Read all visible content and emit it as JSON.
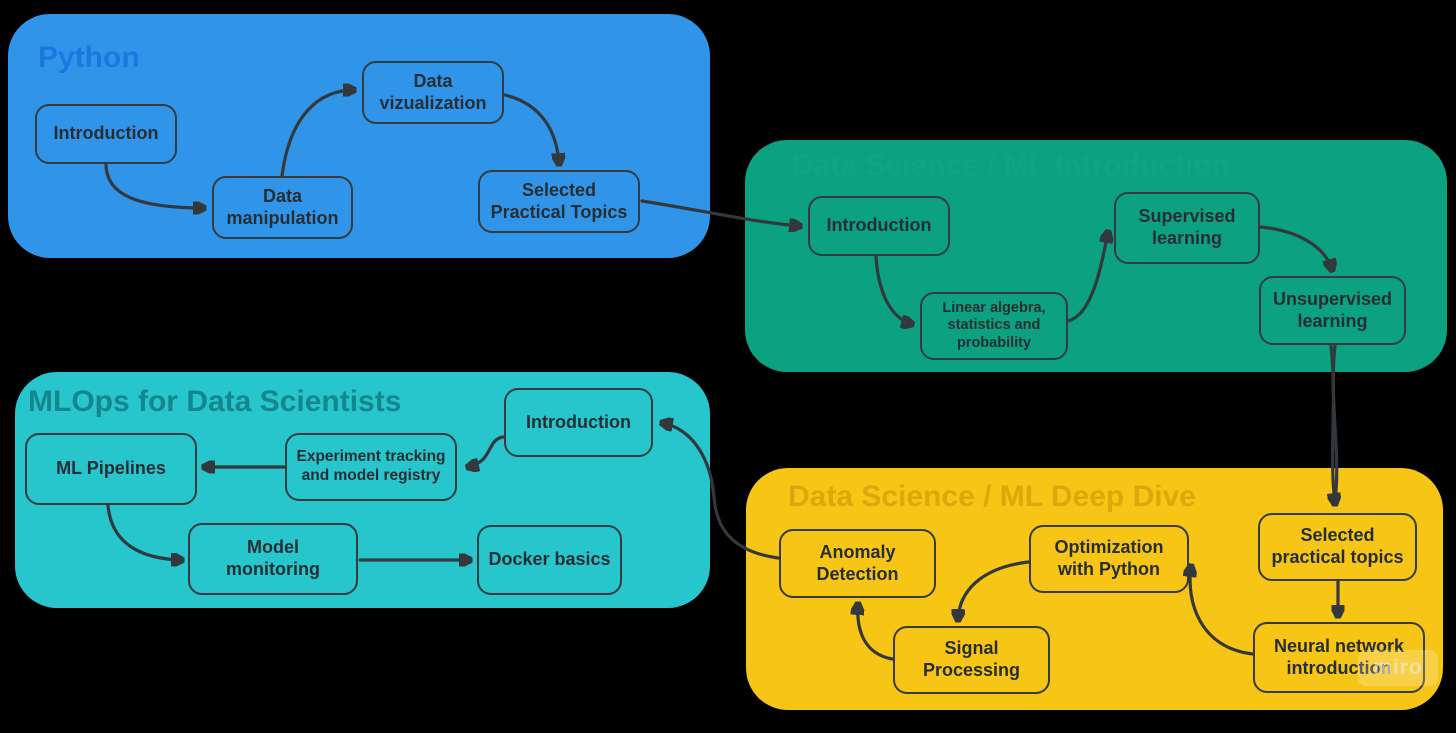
{
  "board": {
    "background": "#000000",
    "watermark": "miro"
  },
  "colors": {
    "python_bg": "#3095e8",
    "python_title": "#1a78df",
    "green_bg": "#0ba181",
    "green_title": "#0ea585",
    "teal_bg": "#27c6cc",
    "teal_title": "#15868d",
    "yellow_bg": "#f6c515",
    "yellow_title": "#dca80e",
    "node_text": "#272e33",
    "node_border": "#363b40",
    "connector": "#33383c"
  },
  "sections": {
    "python": {
      "title": "Python",
      "nodes": {
        "introduction": "Introduction",
        "data_manipulation": "Data manipulation",
        "data_vizualization": "Data vizualization",
        "selected_practical_topics": "Selected Practical Topics"
      }
    },
    "ds_ml_introduction": {
      "title": "Data Science / ML Introduction",
      "nodes": {
        "introduction": "Introduction",
        "linear_algebra": "Linear algebra, statistics and probability",
        "supervised_learning": "Supervised learning",
        "unsupervised_learning": "Unsupervised learning"
      }
    },
    "mlops": {
      "title": "MLOps for Data Scientists",
      "nodes": {
        "ml_pipelines": "ML Pipelines",
        "experiment_tracking": "Experiment tracking and model registry",
        "introduction": "Introduction",
        "model_monitoring": "Model monitoring",
        "docker_basics": "Docker basics"
      }
    },
    "deep_dive": {
      "title": "Data Science / ML Deep Dive",
      "nodes": {
        "anomaly_detection": "Anomaly Detection",
        "signal_processing": "Signal Processing",
        "optimization_with_python": "Optimization with Python",
        "selected_practical_topics": "Selected practical topics",
        "neural_network_introduction": "Neural network introduction"
      }
    }
  }
}
